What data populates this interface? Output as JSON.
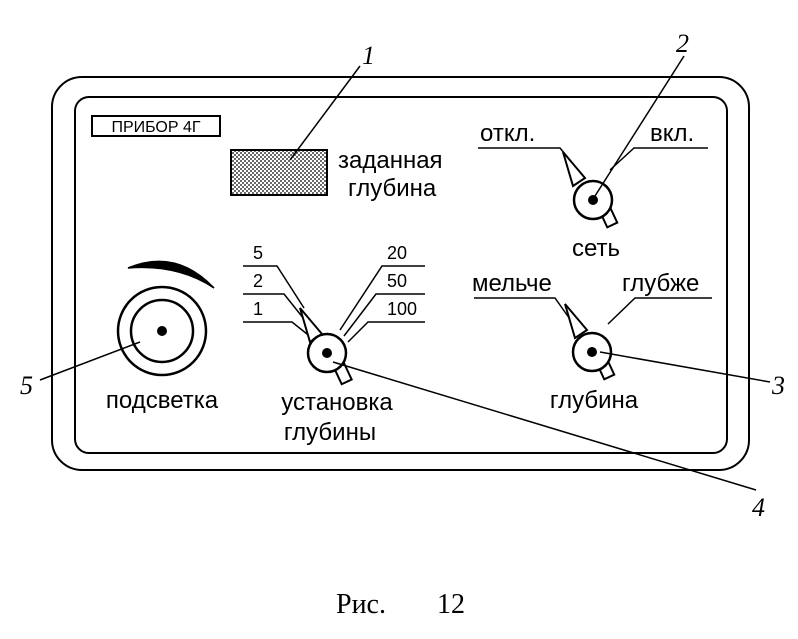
{
  "device": {
    "name_plate": "ПРИБОР 4Г",
    "display_label_line1": "заданная",
    "display_label_line2": "глубина"
  },
  "power_switch": {
    "off_label": "откл.",
    "on_label": "вкл.",
    "caption": "сеть"
  },
  "depth_knob": {
    "shallower_label": "мельче",
    "deeper_label": "глубже",
    "caption": "глубина"
  },
  "depth_range_selector": {
    "left_positions": [
      "5",
      "2",
      "1"
    ],
    "right_positions": [
      "20",
      "50",
      "100"
    ],
    "caption_line1": "установка",
    "caption_line2": "глубины"
  },
  "backlight_knob": {
    "caption": "подсветка"
  },
  "callouts": [
    "1",
    "2",
    "3",
    "4",
    "5"
  ],
  "figure_caption": {
    "prefix": "Рис.",
    "number": "12"
  }
}
